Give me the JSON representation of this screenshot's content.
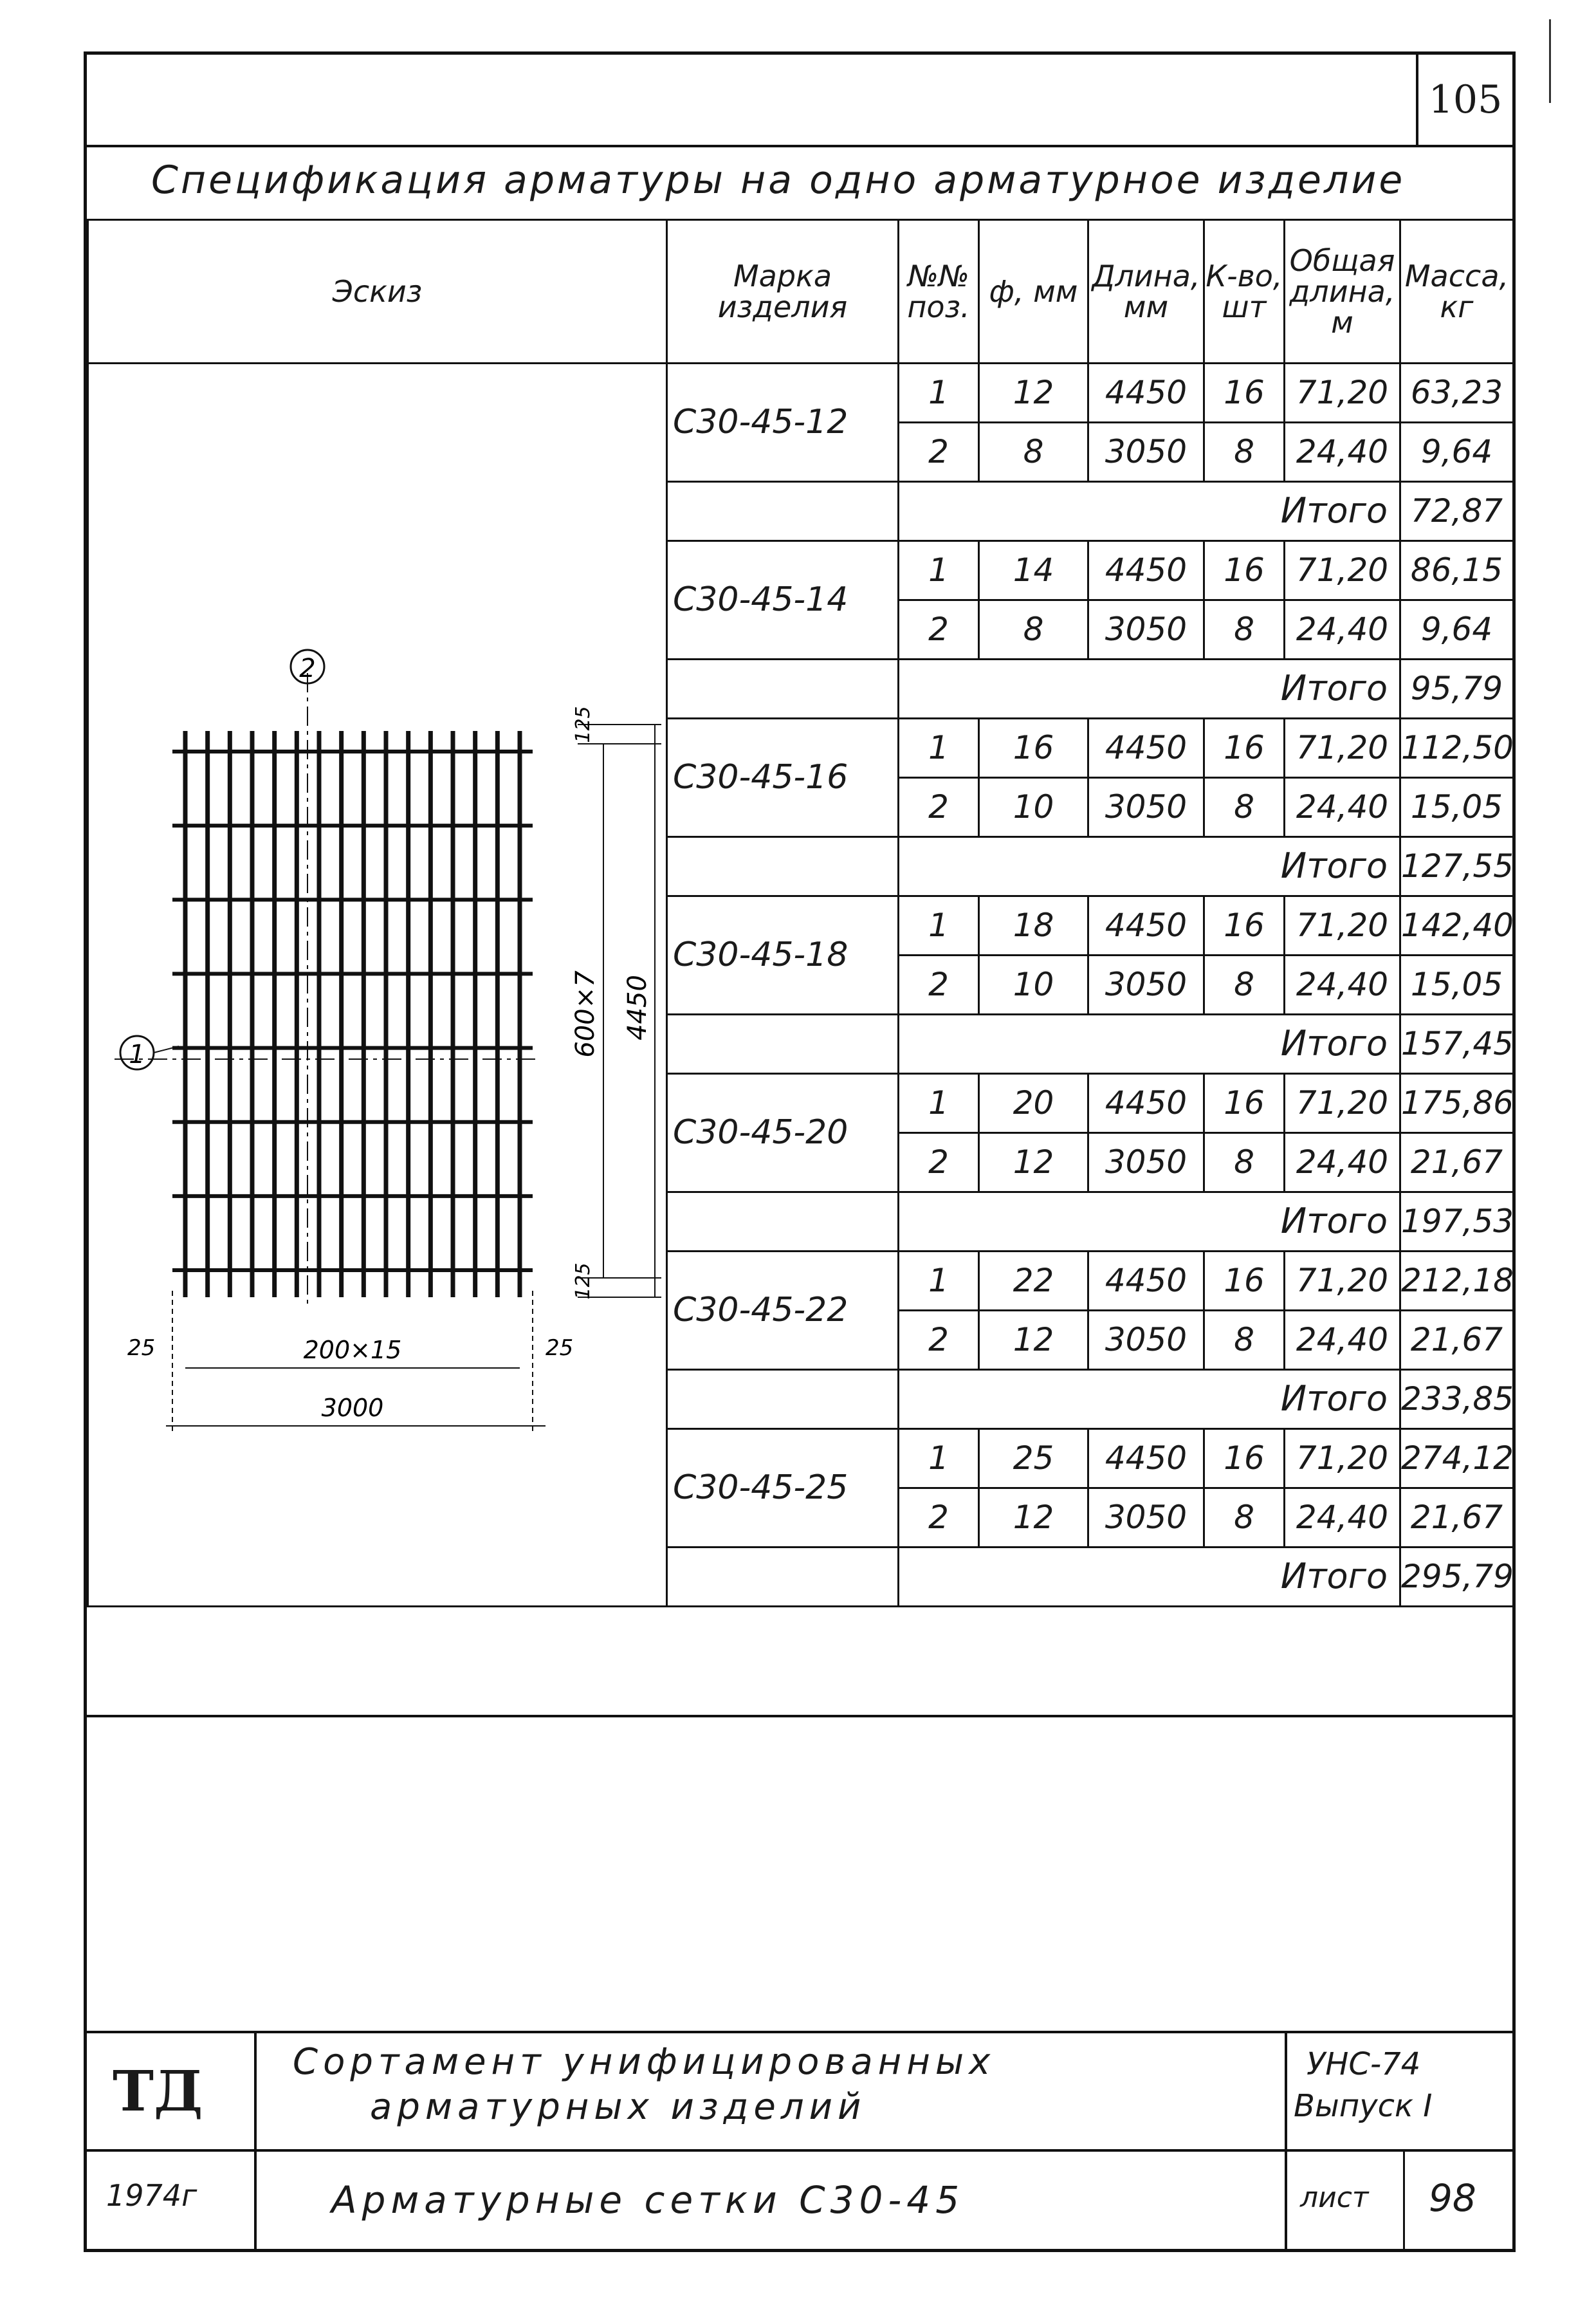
{
  "page_number": "105",
  "spec_title": "Спецификация арматуры на одно арматурное изделие",
  "headers": {
    "sketch": "Эскиз",
    "mark": "Марка изделия",
    "pos": "№№ поз.",
    "dia": "ф, мм",
    "length": "Длина, мм",
    "count": "К-во, шт",
    "total_length": "Общая длина, м",
    "mass": "Масса, кг"
  },
  "itogo_label": "Итого",
  "products": [
    {
      "mark": "С30-45-12",
      "rows": [
        {
          "pos": "1",
          "dia": "12",
          "length": "4450",
          "count": "16",
          "total": "71,20",
          "mass": "63,23"
        },
        {
          "pos": "2",
          "dia": "8",
          "length": "3050",
          "count": "8",
          "total": "24,40",
          "mass": "9,64"
        }
      ],
      "itogo": "72,87"
    },
    {
      "mark": "С30-45-14",
      "rows": [
        {
          "pos": "1",
          "dia": "14",
          "length": "4450",
          "count": "16",
          "total": "71,20",
          "mass": "86,15"
        },
        {
          "pos": "2",
          "dia": "8",
          "length": "3050",
          "count": "8",
          "total": "24,40",
          "mass": "9,64"
        }
      ],
      "itogo": "95,79"
    },
    {
      "mark": "С30-45-16",
      "rows": [
        {
          "pos": "1",
          "dia": "16",
          "length": "4450",
          "count": "16",
          "total": "71,20",
          "mass": "112,50"
        },
        {
          "pos": "2",
          "dia": "10",
          "length": "3050",
          "count": "8",
          "total": "24,40",
          "mass": "15,05"
        }
      ],
      "itogo": "127,55"
    },
    {
      "mark": "С30-45-18",
      "rows": [
        {
          "pos": "1",
          "dia": "18",
          "length": "4450",
          "count": "16",
          "total": "71,20",
          "mass": "142,40"
        },
        {
          "pos": "2",
          "dia": "10",
          "length": "3050",
          "count": "8",
          "total": "24,40",
          "mass": "15,05"
        }
      ],
      "itogo": "157,45"
    },
    {
      "mark": "С30-45-20",
      "rows": [
        {
          "pos": "1",
          "dia": "20",
          "length": "4450",
          "count": "16",
          "total": "71,20",
          "mass": "175,86"
        },
        {
          "pos": "2",
          "dia": "12",
          "length": "3050",
          "count": "8",
          "total": "24,40",
          "mass": "21,67"
        }
      ],
      "itogo": "197,53"
    },
    {
      "mark": "С30-45-22",
      "rows": [
        {
          "pos": "1",
          "dia": "22",
          "length": "4450",
          "count": "16",
          "total": "71,20",
          "mass": "212,18"
        },
        {
          "pos": "2",
          "dia": "12",
          "length": "3050",
          "count": "8",
          "total": "24,40",
          "mass": "21,67"
        }
      ],
      "itogo": "233,85"
    },
    {
      "mark": "С30-45-25",
      "rows": [
        {
          "pos": "1",
          "dia": "25",
          "length": "4450",
          "count": "16",
          "total": "71,20",
          "mass": "274,12"
        },
        {
          "pos": "2",
          "dia": "12",
          "length": "3050",
          "count": "8",
          "total": "24,40",
          "mass": "21,67"
        }
      ],
      "itogo": "295,79"
    }
  ],
  "sketch_labels": {
    "pos1": "1",
    "pos2": "2",
    "dim_top": "125",
    "dim_bottom": "125",
    "dim_inner": "600×7",
    "dim_height": "4450",
    "dim_left": "25",
    "dim_right": "25",
    "dim_step": "200×15",
    "dim_width": "3000"
  },
  "stamp": {
    "logo": "ТД",
    "year": "1974г",
    "title_line1": "Сортамент унифицированных",
    "title_line2": "арматурных изделий",
    "title_line3": "Арматурные сетки С30-45",
    "code_line1": "УНС-74",
    "code_line2": "Выпуск I",
    "sheet_label": "лист",
    "sheet_number": "98"
  }
}
